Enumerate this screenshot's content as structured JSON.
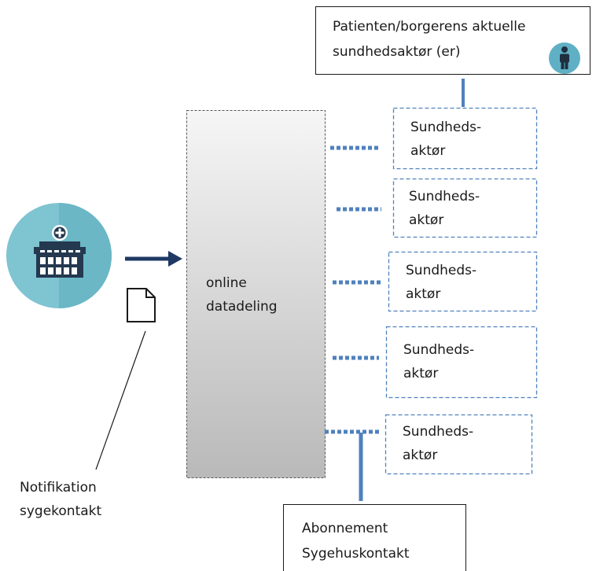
{
  "patient_box": {
    "line1": "Patienten/borgerens aktuelle",
    "line2": "sundhedsaktør (er)"
  },
  "central_box": {
    "line1": "online",
    "line2": "datadeling"
  },
  "actor_boxes": [
    {
      "line1": "Sundheds-",
      "line2": "aktør"
    },
    {
      "line1": "Sundheds-",
      "line2": "aktør"
    },
    {
      "line1": "Sundheds-",
      "line2": "aktør"
    },
    {
      "line1": "Sundheds-",
      "line2": "aktør"
    },
    {
      "line1": "Sundheds-",
      "line2": "aktør"
    }
  ],
  "notification": {
    "line1": "Notifikation",
    "line2": "sygekontakt"
  },
  "subscription_box": {
    "line1": "Abonnement",
    "line2": "Sygehuskontakt"
  },
  "colors": {
    "accent_blue": "#4f81bd",
    "arrow_navy": "#1f3864",
    "icon_circle": "#7fc4d1",
    "person_circle": "#5fb0c5"
  },
  "icons": {
    "hospital": "hospital-icon",
    "document": "document-icon",
    "person": "person-icon"
  }
}
